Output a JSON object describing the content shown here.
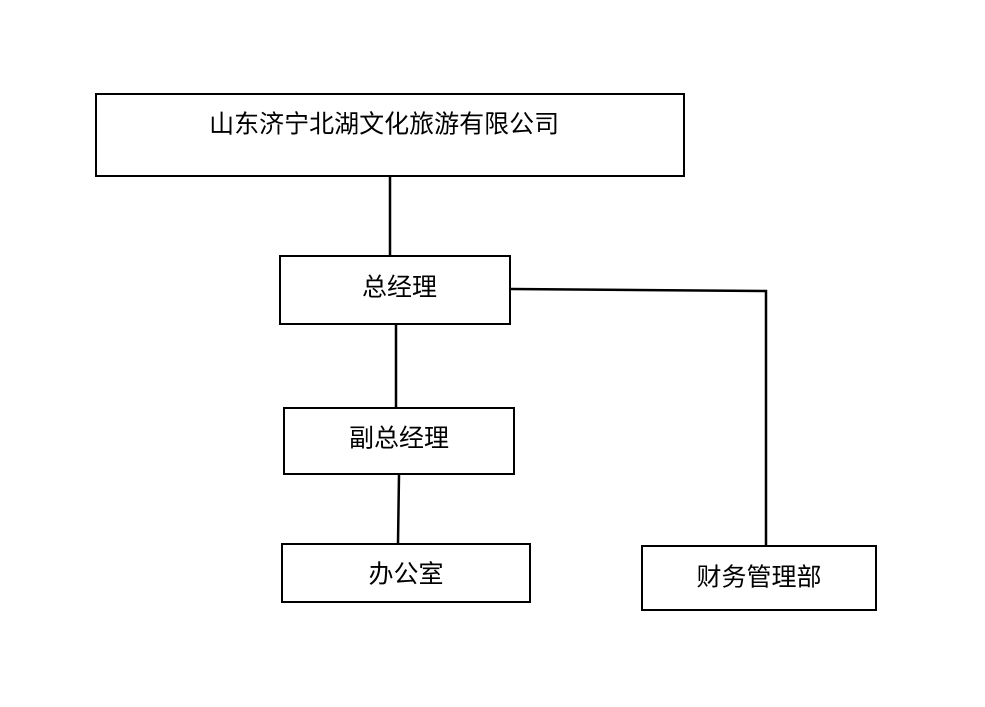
{
  "org_chart": {
    "nodes": {
      "company": {
        "label": "山东济宁北湖文化旅游有限公司"
      },
      "general_manager": {
        "label": "总经理"
      },
      "deputy_general_manager": {
        "label": "副总经理"
      },
      "office": {
        "label": "办公室"
      },
      "finance_department": {
        "label": "财务管理部"
      }
    },
    "edges": [
      {
        "from": "company",
        "to": "general_manager"
      },
      {
        "from": "general_manager",
        "to": "deputy_general_manager"
      },
      {
        "from": "deputy_general_manager",
        "to": "office"
      },
      {
        "from": "general_manager",
        "to": "finance_department"
      }
    ],
    "colors": {
      "line": "#000000",
      "box_border": "#000000",
      "background": "#ffffff",
      "text": "#000000"
    }
  }
}
